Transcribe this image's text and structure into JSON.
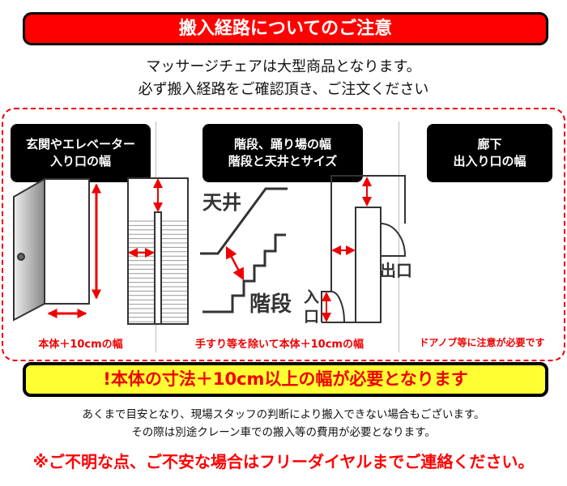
{
  "title": "搬入経路についてのご注意",
  "intro": [
    "マッサージチェアは大型商品となります。",
    "必ず搬入経路をご確認頂き、ご注文ください"
  ],
  "sections": [
    {
      "heading": [
        "玄関やエレベーター",
        "入り口の幅"
      ],
      "caption": "本体＋10cmの幅"
    },
    {
      "heading": [
        "階段、踊り場の幅",
        "階段と天井とサイズ"
      ],
      "caption": "手すり等を除いて本体＋10cmの幅",
      "labels": {
        "ceiling": "天井",
        "stairs": "階段"
      }
    },
    {
      "heading": [
        "廊下",
        "出入り口の幅"
      ],
      "caption": "ドアノブ等に注意が必要です",
      "labels": {
        "exit": "出口",
        "entrance_1": "入",
        "entrance_2": "口"
      }
    }
  ],
  "requirement": "!本体の寸法＋10cm以上の幅が必要となります",
  "notes": [
    "あくまで目安となり、現場スタッフの判断により搬入できない場合もございます。",
    "その際は別途クレーン車での搬入等の費用が必要となります。"
  ],
  "contact": "※ご不明な点、ご不安な場合はフリーダイヤルまでご連絡ください。",
  "colors": {
    "accent": "#ff0000",
    "highlight": "#ffff33"
  }
}
